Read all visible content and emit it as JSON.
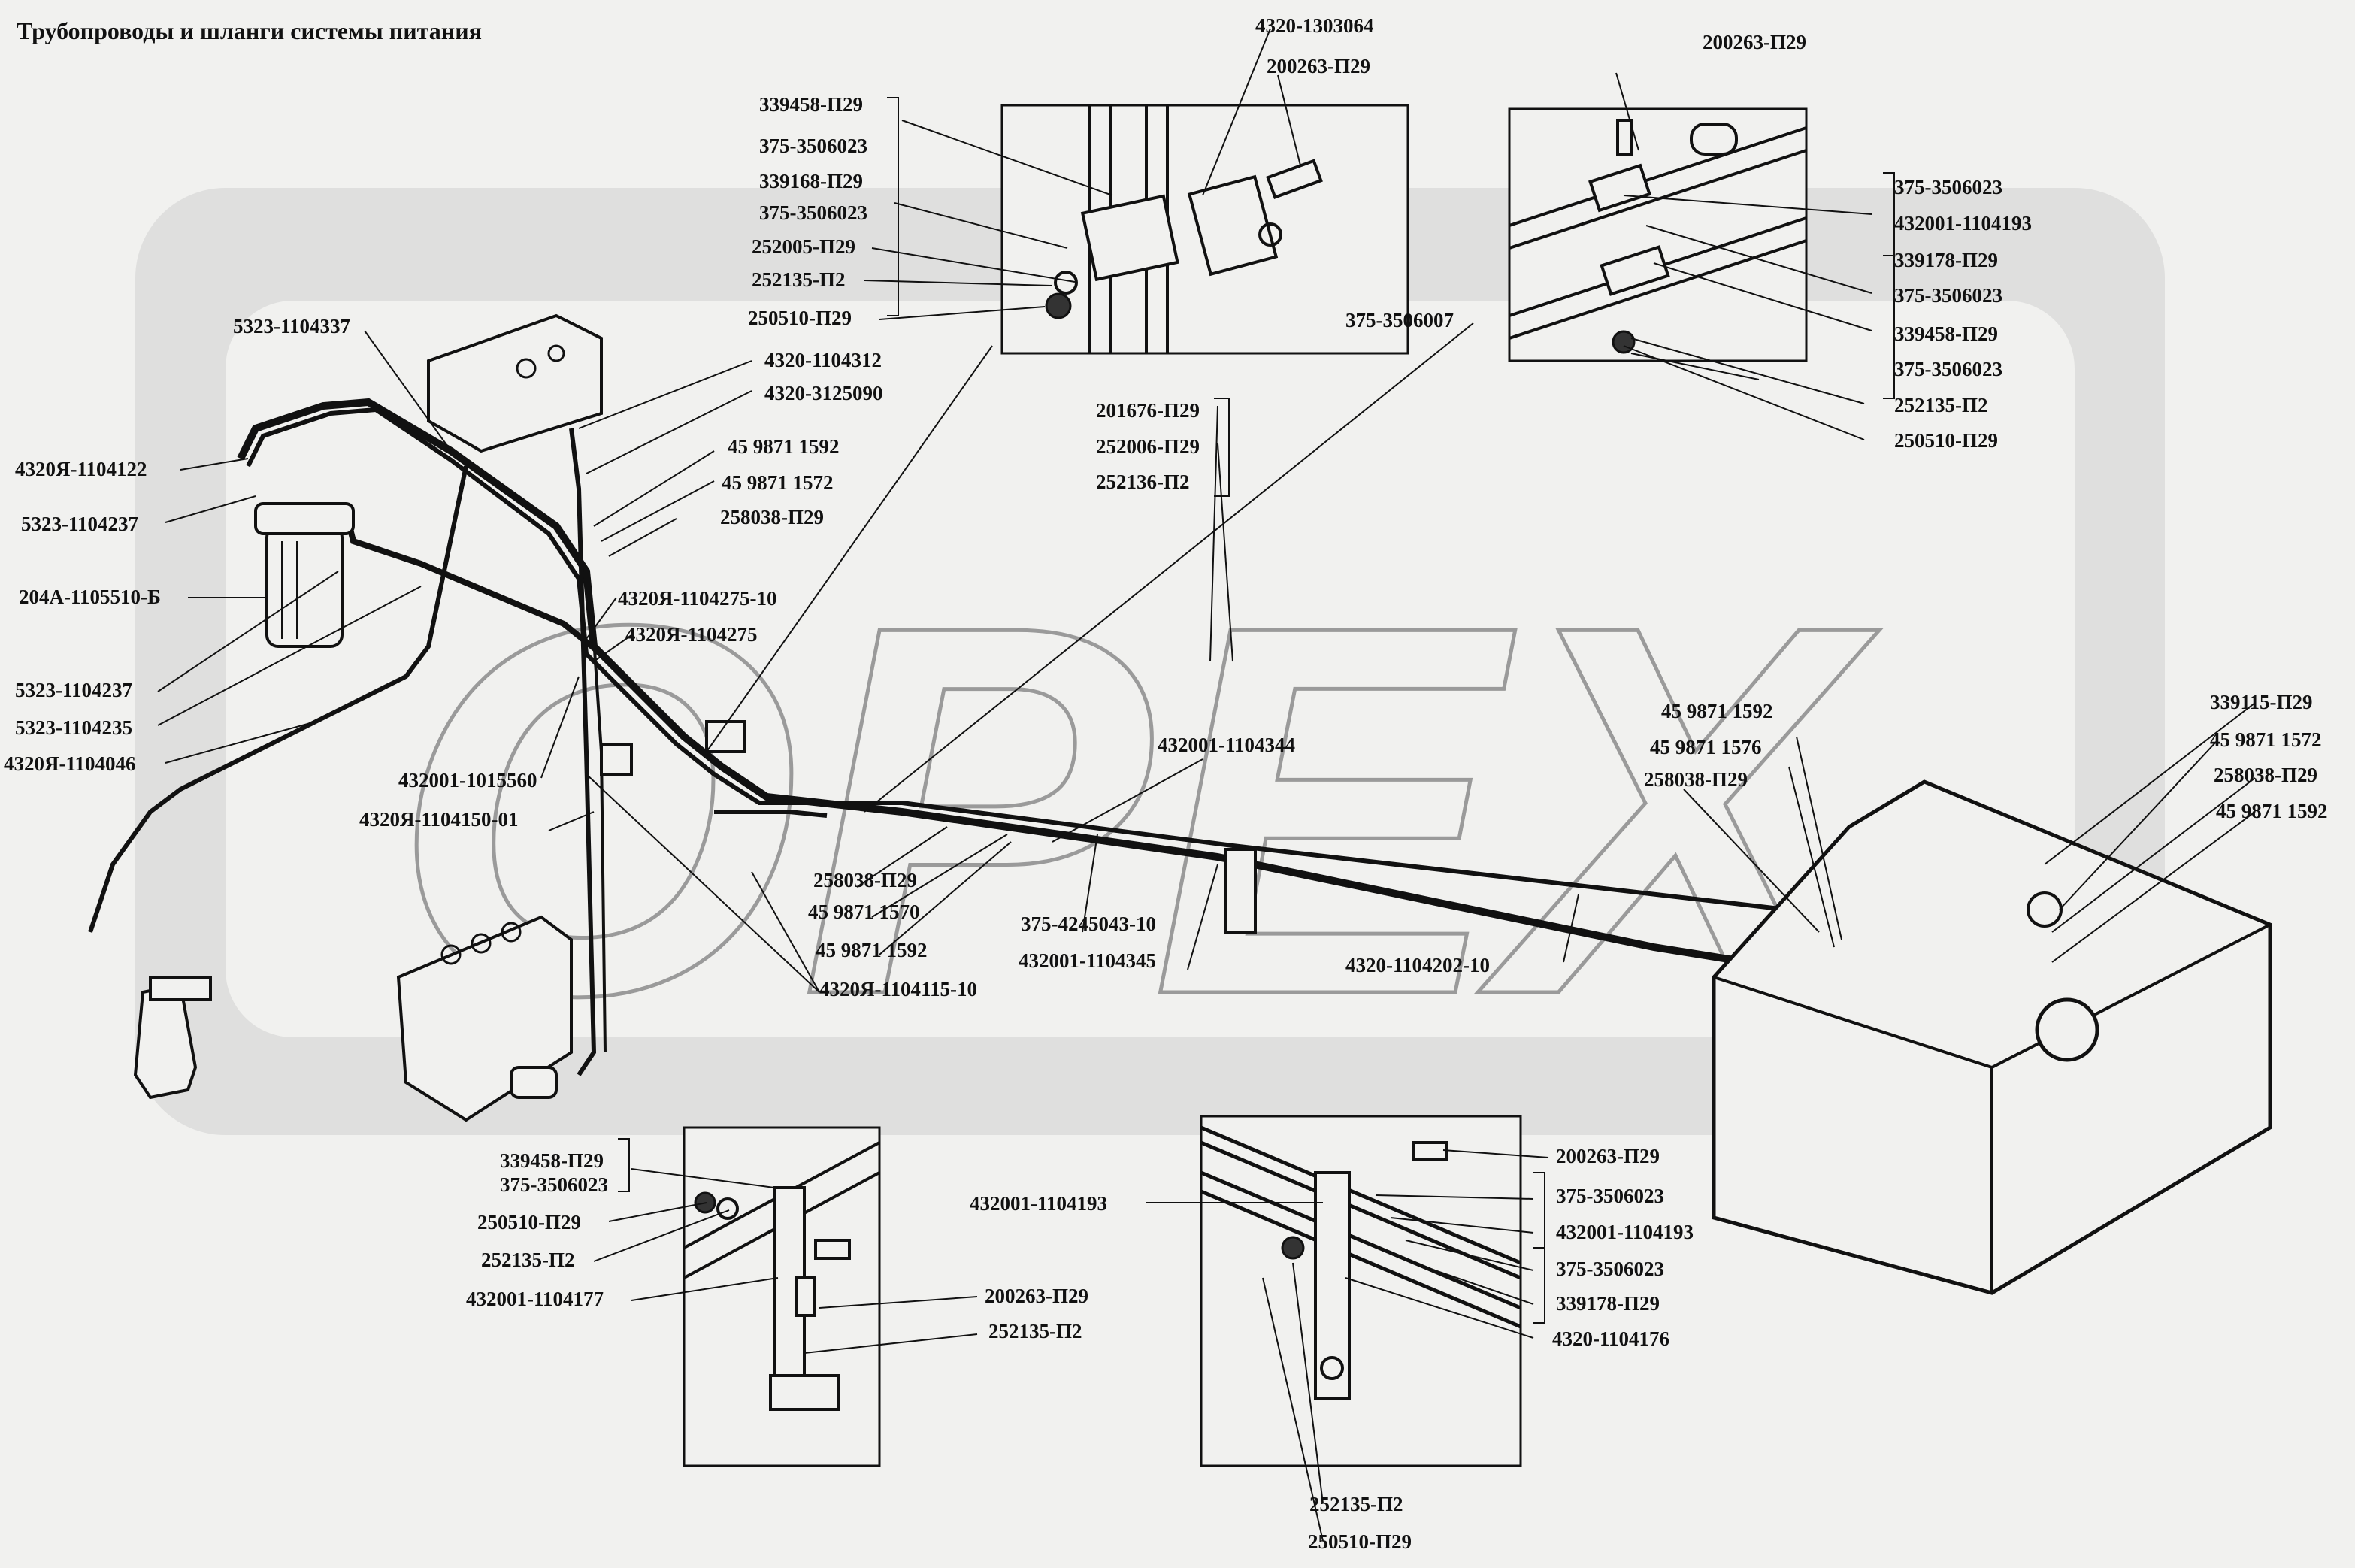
{
  "title": "Трубопроводы и шланги системы питания",
  "watermark": "OPEX",
  "colors": {
    "background": "#f1f1ef",
    "ink": "#111111",
    "watermark": "#cfcfcf"
  },
  "labels": {
    "l01": "4320-1303064",
    "l02": "200263-П29",
    "l03": "339458-П29",
    "l04": "375-3506023",
    "l05": "339168-П29",
    "l06": "375-3506023",
    "l07": "252005-П29",
    "l08": "252135-П2",
    "l09": "250510-П29",
    "l10": "5323-1104337",
    "l11": "4320-1104312",
    "l12": "4320-3125090",
    "l13": "4320Я-1104122",
    "l14": "45 9871 1592",
    "l15": "45 9871 1572",
    "l16": "5323-1104237",
    "l17": "258038-П29",
    "l18": "204А-1105510-Б",
    "l19": "4320Я-1104275-10",
    "l20": "4320Я-1104275",
    "l21": "5323-1104237",
    "l22": "5323-1104235",
    "l23": "4320Я-1104046",
    "l24": "432001-1015560",
    "l25": "4320Я-1104150-01",
    "l26": "201676-П29",
    "l27": "252006-П29",
    "l28": "252136-П2",
    "l29": "200263-П29",
    "l30": "375-3506023",
    "l31": "432001-1104193",
    "l32": "339178-П29",
    "l33": "375-3506023",
    "l34": "375-3506007",
    "l35": "339458-П29",
    "l36": "375-3506023",
    "l37": "252135-П2",
    "l38": "250510-П29",
    "l39": "432001-1104344",
    "l40": "258038-П29",
    "l41": "45 9871 1570",
    "l42": "45 9871 1592",
    "l43": "375-4245043-10",
    "l44": "432001-1104345",
    "l45": "4320Я-1104115-10",
    "l46": "45 9871 1592",
    "l47": "45 9871 1576",
    "l48": "258038-П29",
    "l49": "339115-П29",
    "l50": "45 9871 1572",
    "l51": "258038-П29",
    "l52": "45 9871 1592",
    "l53": "4320-1104202-10",
    "l54": "339458-П29",
    "l55": "375-3506023",
    "l56": "250510-П29",
    "l57": "252135-П2",
    "l58": "432001-1104177",
    "l59": "200263-П29",
    "l60": "252135-П2",
    "l61": "432001-1104193",
    "l62": "200263-П29",
    "l63": "375-3506023",
    "l64": "432001-1104193",
    "l65": "375-3506023",
    "l66": "339178-П29",
    "l67": "4320-1104176",
    "l68": "252135-П2",
    "l69": "250510-П29"
  }
}
